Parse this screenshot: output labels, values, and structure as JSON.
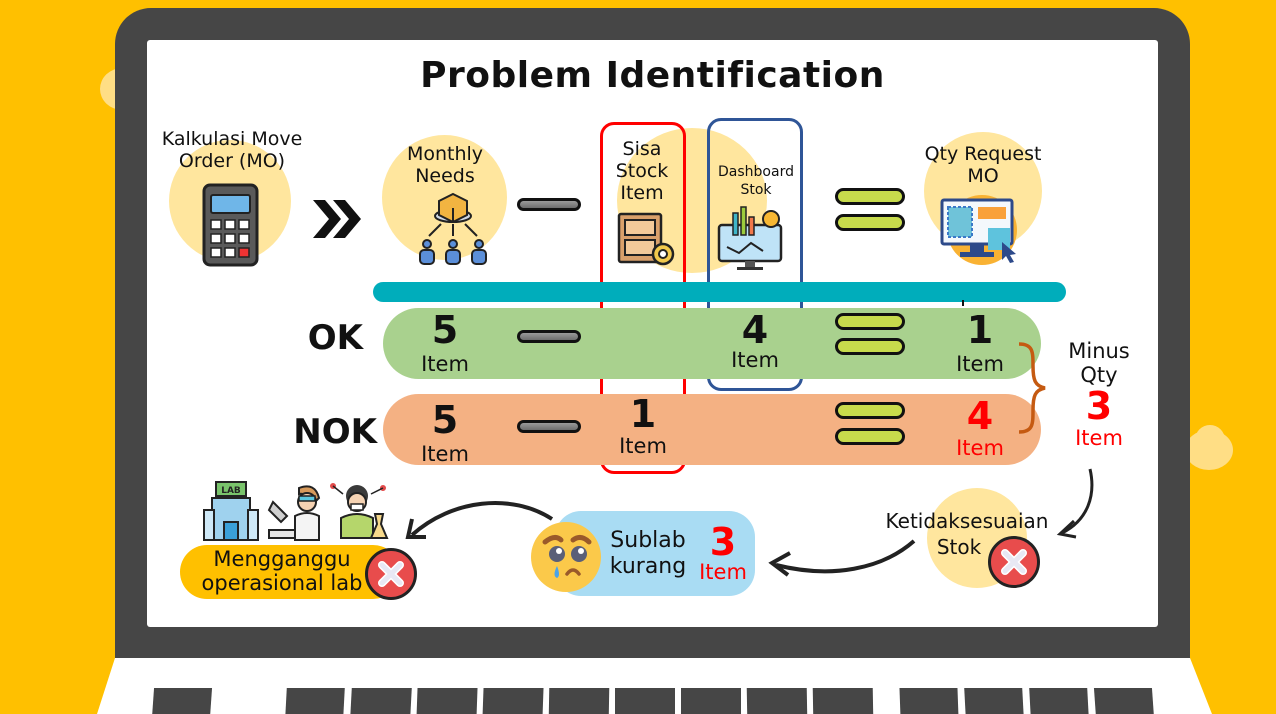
{
  "title": "Problem Identification",
  "colors": {
    "background": "#FFC000",
    "bezel": "#464646",
    "screen": "#FFFFFF",
    "highlight_circle": "#FFE69E",
    "teal_bar": "#00ADBB",
    "ok_row": "#A9D18E",
    "nok_row": "#F4B183",
    "sisa_box": "#FF0000",
    "dashboard_box": "#2F5597",
    "equals_bar": "#C7DB4C",
    "sublab_pill": "#A9DCF3",
    "lab_pill": "#FFC000",
    "accent_red": "#FF0000"
  },
  "header": {
    "kalkulasi": "Kalkulasi Move Order (MO)",
    "monthly": "Monthly Needs",
    "sisa": "Sisa Stock Item",
    "dashboard": "Dashboard Stok",
    "qty_request": "Qty Request MO"
  },
  "icons": {
    "calculator": "calculator-icon",
    "double_chevron": "double-chevron-right-icon",
    "distribution": "box-distribution-icon",
    "warehouse": "warehouse-gear-icon",
    "dashboard": "dashboard-monitor-icon",
    "request": "monitor-cursor-icon"
  },
  "rows": [
    {
      "name": "OK",
      "monthly": "5",
      "monthly_unit": "Item",
      "sisa": "",
      "sisa_unit": "",
      "dashboard": "4",
      "dashboard_unit": "Item",
      "qty": "1",
      "qty_unit": "Item"
    },
    {
      "name": "NOK",
      "monthly": "5",
      "monthly_unit": "Item",
      "sisa": "1",
      "sisa_unit": "Item",
      "dashboard": "",
      "dashboard_unit": "",
      "qty": "4",
      "qty_unit": "Item"
    }
  ],
  "minus_qty": {
    "label_line1": "Minus",
    "label_line2": "Qty",
    "value": "3",
    "unit": "Item"
  },
  "flow": {
    "ketidaksesuaian_line1": "Ketidaksesuaian",
    "ketidaksesuaian_line2": "Stok",
    "sublab_line1": "Sublab",
    "sublab_line2": "kurang",
    "sublab_value": "3",
    "sublab_unit": "Item",
    "lab_line1": "Mengganggu",
    "lab_line2": "operasional lab",
    "lab_sign": "LAB"
  }
}
